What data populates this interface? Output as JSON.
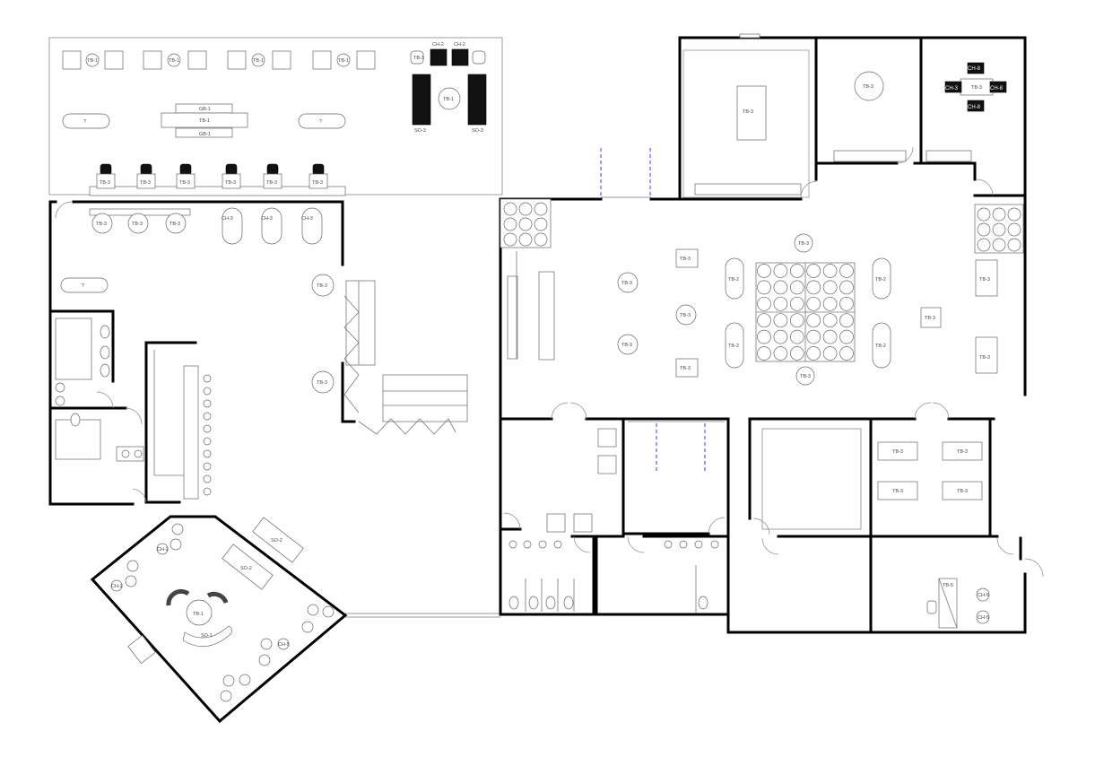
{
  "colors": {
    "wall": "#000000",
    "fixture": "#666666",
    "dashed_marker": "#3a3aff",
    "background": "#ffffff"
  },
  "labels": {
    "tb1": "TB-1",
    "tb2": "TB-2",
    "tb3": "TB-3",
    "tb5": "TB-5",
    "ch2": "CH-2",
    "ch3": "CH-3",
    "ch5": "CH-5",
    "ch8": "CH-8",
    "gb1": "GB-1",
    "so1": "SO-1",
    "so2": "SO-2",
    "so3": "SO-3",
    "q": "?"
  }
}
